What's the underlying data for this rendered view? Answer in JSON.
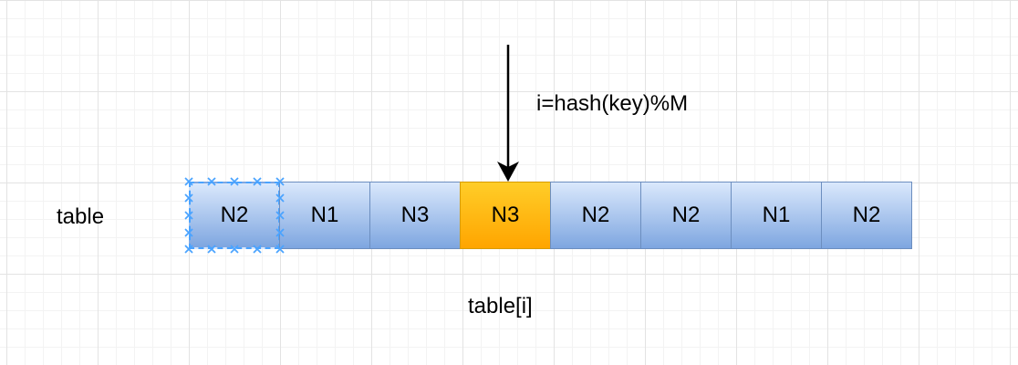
{
  "labels": {
    "table": "table",
    "formula": "i=hash(key)%M",
    "index": "table[i]"
  },
  "cells": [
    {
      "text": "N2",
      "highlighted": false,
      "selected": true
    },
    {
      "text": "N1",
      "highlighted": false,
      "selected": false
    },
    {
      "text": "N3",
      "highlighted": false,
      "selected": false
    },
    {
      "text": "N3",
      "highlighted": true,
      "selected": false
    },
    {
      "text": "N2",
      "highlighted": false,
      "selected": false
    },
    {
      "text": "N2",
      "highlighted": false,
      "selected": false
    },
    {
      "text": "N1",
      "highlighted": false,
      "selected": false
    },
    {
      "text": "N2",
      "highlighted": false,
      "selected": false
    }
  ],
  "colors": {
    "cell_fill_top": "#dae8fc",
    "cell_fill_bottom": "#7ea6e0",
    "cell_border": "#6c8ebf",
    "highlight_fill_top": "#ffcd28",
    "highlight_fill_bottom": "#ffa500",
    "highlight_border": "#d79b00",
    "selection_handle": "#4aa3ff",
    "arrow": "#000000"
  }
}
